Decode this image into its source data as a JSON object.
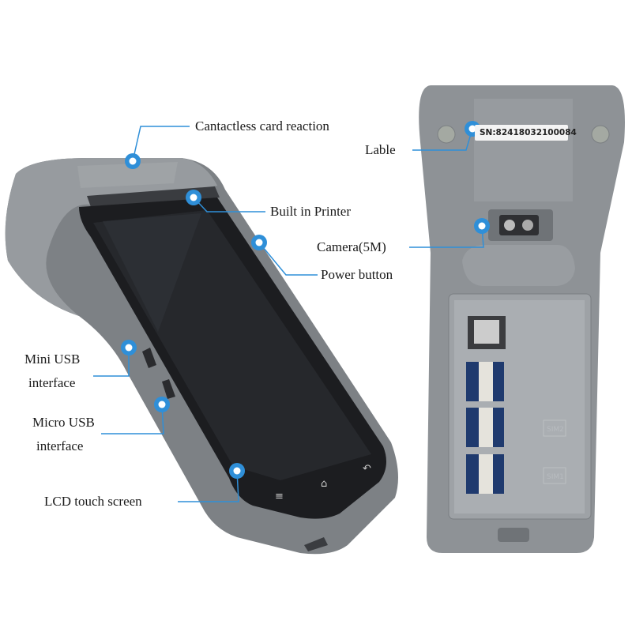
{
  "callouts": {
    "contactless": "Cantactless card reaction",
    "printer": "Built in Printer",
    "power": "Power button",
    "camera": "Camera(5M)",
    "label": "Lable",
    "mini_usb_1": "Mini USB",
    "mini_usb_2": "interface",
    "micro_usb_1": "Micro USB",
    "micro_usb_2": "interface",
    "lcd": "LCD touch screen"
  },
  "device_back": {
    "serial_label": "SN:82418032100084",
    "slot_labels": [
      "SIM2",
      "SIM1"
    ]
  },
  "colors": {
    "accent": "#2f8fd8",
    "device": "#8a8e92",
    "screen": "#1c1d20"
  }
}
